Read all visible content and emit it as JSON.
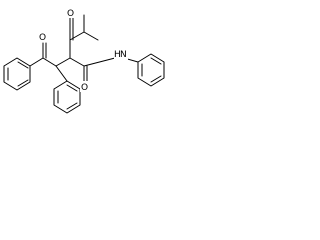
{
  "structure": {
    "atoms": {
      "ketone_oxygen_left": "O",
      "ketone_oxygen_top": "O",
      "amide_oxygen": "O",
      "amide_nitrogen": "N",
      "amide_hydrogen": "H"
    }
  }
}
